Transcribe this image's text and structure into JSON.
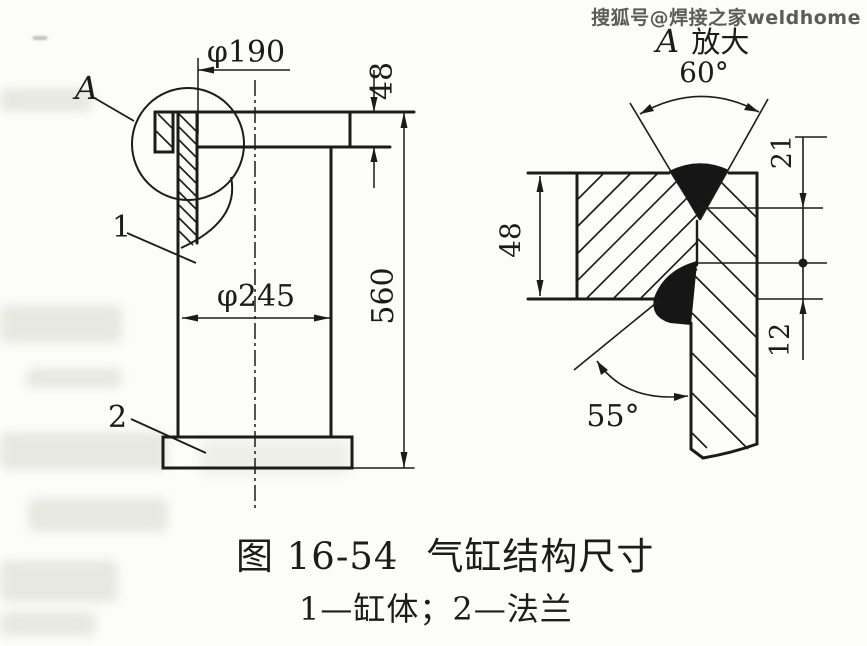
{
  "page": {
    "watermark": "搜狐号@焊接之家weldhome"
  },
  "caption": {
    "figure_number": "图 16-54",
    "figure_title": "气缸结构尺寸",
    "legend": "1—缸体；2—法兰"
  },
  "left_view": {
    "detail_label": "A",
    "part_label_1": "1",
    "part_label_2": "2",
    "dim_inner_diameter": "φ190",
    "dim_flange_thickness": "48",
    "dim_outer_diameter": "φ245",
    "dim_total_height": "560"
  },
  "detail_view": {
    "title_letter": "A",
    "title_text": "放大",
    "dim_groove_angle": "60°",
    "dim_wall_thickness": "48",
    "dim_root_21": "21",
    "dim_root_12": "12",
    "dim_back_bevel_angle": "55°"
  }
}
